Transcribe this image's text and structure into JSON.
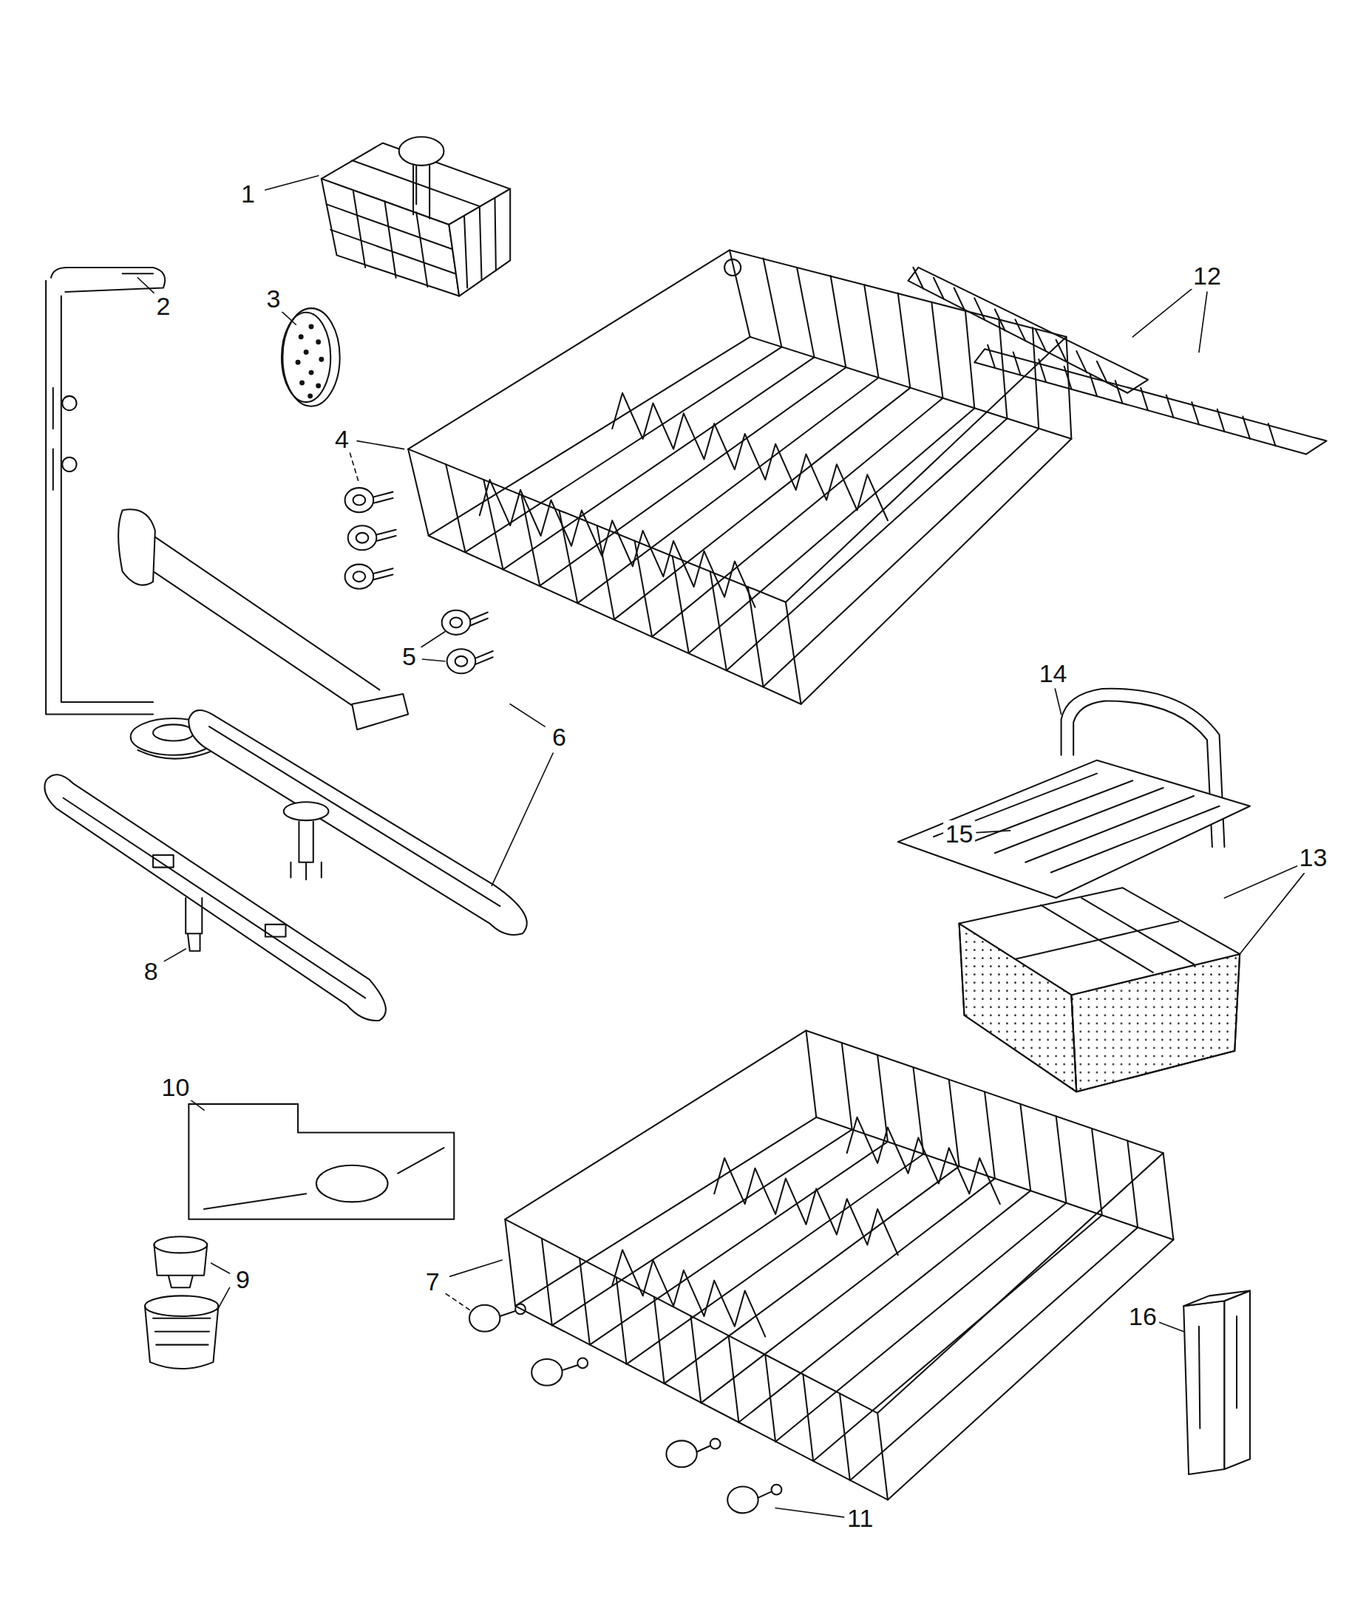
{
  "diagram": {
    "labels": [
      "1",
      "2",
      "3",
      "12",
      "4",
      "5",
      "14",
      "6",
      "15",
      "13",
      "8",
      "10",
      "9",
      "7",
      "16",
      "11"
    ]
  }
}
